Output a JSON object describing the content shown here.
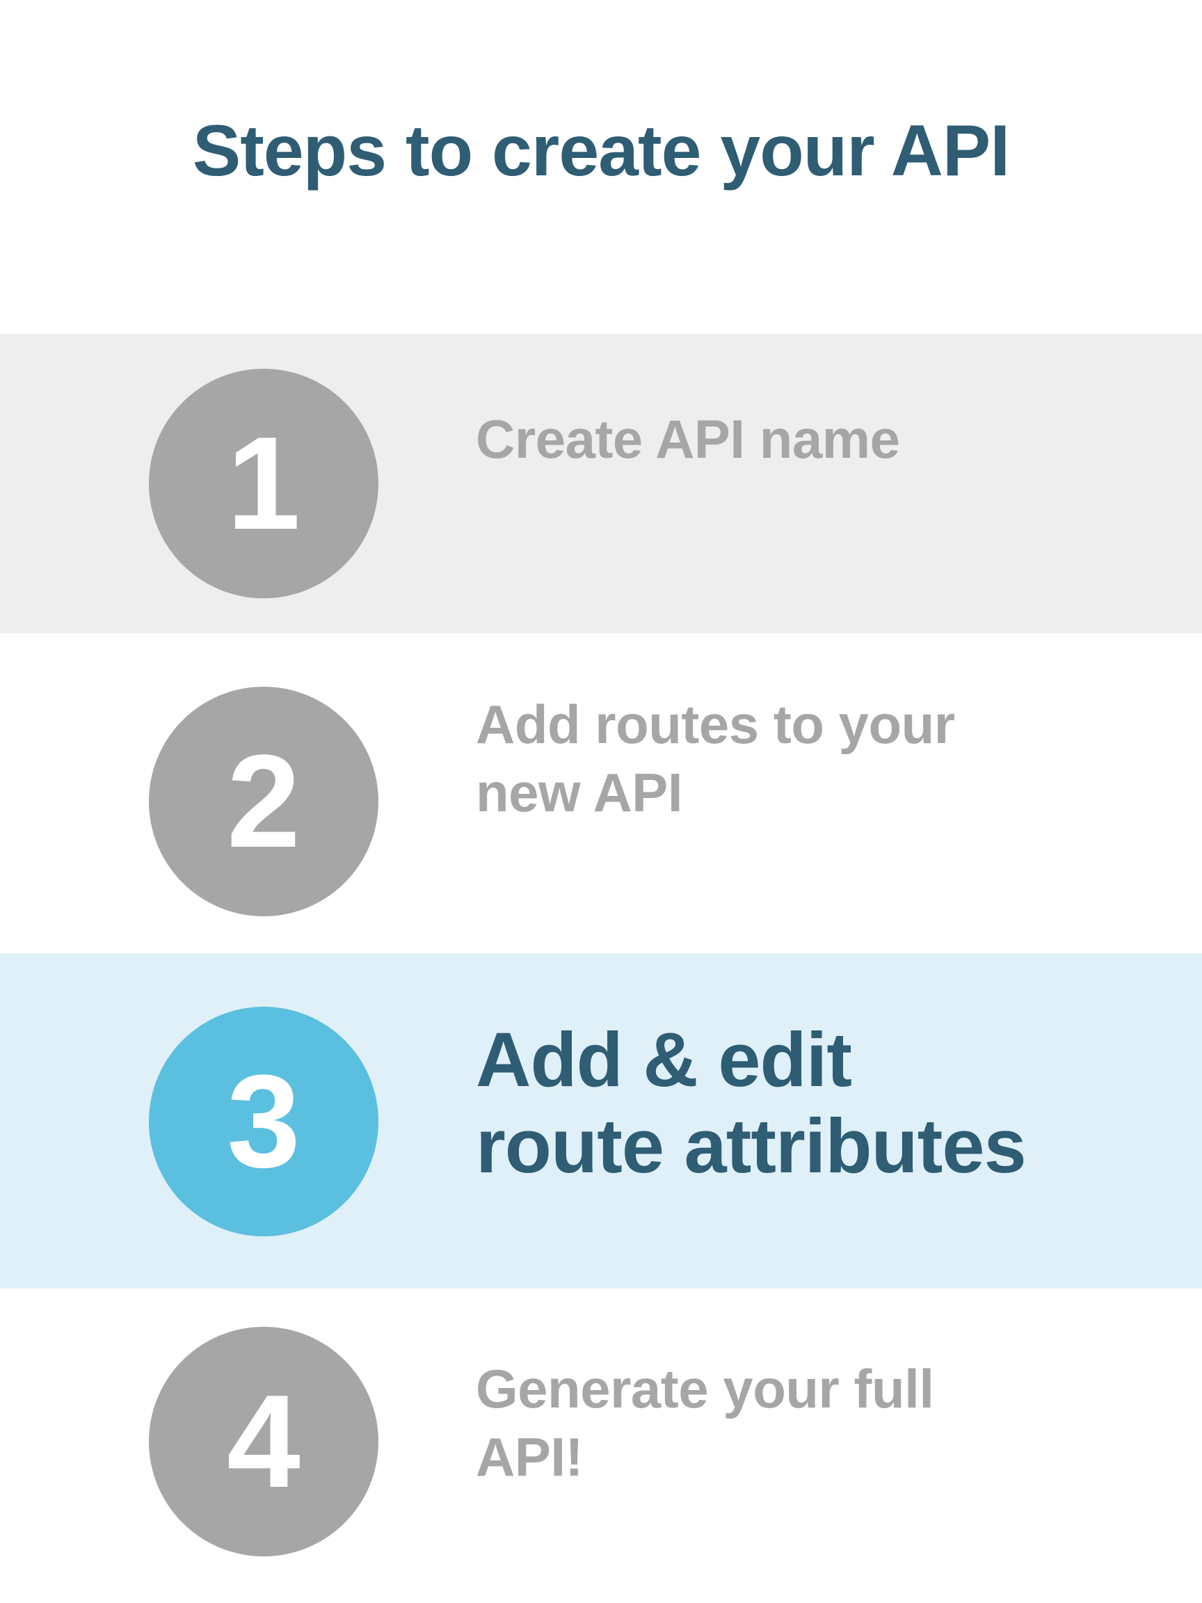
{
  "page": {
    "title": "Steps to create your API"
  },
  "colors": {
    "title": "#2e5d74",
    "inactive_circle": "#a6a6a6",
    "active_circle": "#5bbfdf",
    "inactive_text": "#a6a6a6",
    "active_text": "#2e5d74",
    "row_1_background": "#eeeeee",
    "row_3_background": "#e0f0f8"
  },
  "steps": [
    {
      "number": "1",
      "text": "Create API name",
      "active": false
    },
    {
      "number": "2",
      "text": "Add routes to your\nnew API",
      "active": false
    },
    {
      "number": "3",
      "text": "Add & edit\nroute attributes",
      "active": true
    },
    {
      "number": "4",
      "text": "Generate your full\nAPI!",
      "active": false
    }
  ]
}
